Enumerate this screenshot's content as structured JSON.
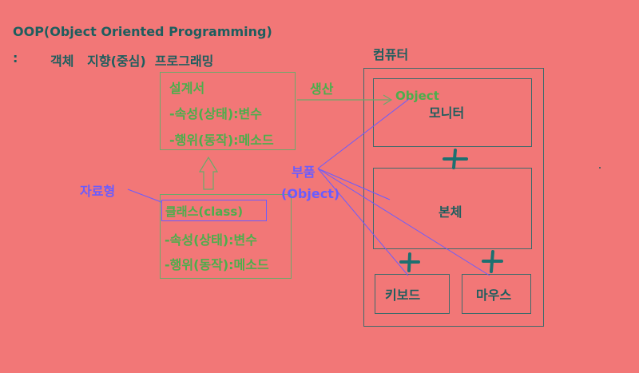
{
  "title": {
    "line1": "OOP(Object Oriented Programming)",
    "colon": ":",
    "line2": "객체   지향(중심)  프로그래밍"
  },
  "blueprint": {
    "title": "설계서",
    "attr": "-속성(상태):변수",
    "behavior": "-행위(동작):메소드"
  },
  "class_box": {
    "title": "클래스(class)",
    "attr": "-속성(상태):변수",
    "behavior": "-행위(동작):메소드"
  },
  "labels": {
    "produce": "생산",
    "data_type": "자료형",
    "parts": "부품",
    "parts_object": "(Object)"
  },
  "computer": {
    "title": "컴퓨터",
    "object_label": "Object",
    "monitor": "모니터",
    "body": "본체",
    "keyboard": "키보드",
    "mouse": "마우스",
    "plus": "+"
  },
  "colors": {
    "background": "#f27777",
    "dark_teal": "#1d5e5e",
    "green": "#4cae4c",
    "purple": "#6a5cff",
    "box_border": "#3d6b6b"
  }
}
